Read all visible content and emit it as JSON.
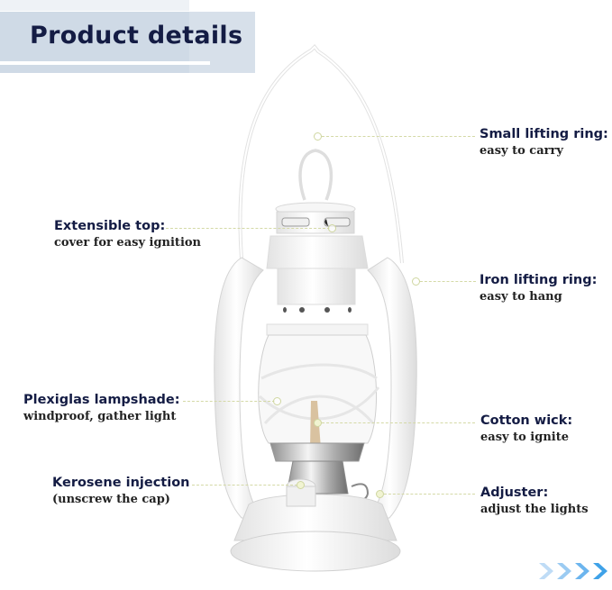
{
  "header": {
    "title": "Product details"
  },
  "product": {
    "name": "hurricane-kerosene-lantern",
    "color": "white"
  },
  "callouts": [
    {
      "title": "Small lifting ring:",
      "sub": "easy to carry"
    },
    {
      "title": "Extensible top:",
      "sub": "cover for easy ignition"
    },
    {
      "title": "Iron lifting ring:",
      "sub": "easy to hang"
    },
    {
      "title": "Plexiglas lampshade:",
      "sub": "windproof, gather light"
    },
    {
      "title": "Cotton wick:",
      "sub": "easy to ignite"
    },
    {
      "title": "Kerosene injection",
      "sub": "(unscrew the cap)"
    },
    {
      "title": "Adjuster:",
      "sub": "adjust the lights"
    }
  ],
  "colors": {
    "title": "#141c44",
    "banner": "#cfdae6",
    "line": "#d4d9a6",
    "chevron": "#3fa2e8"
  },
  "navigation": {
    "next_icon": "chevron-right-icon"
  }
}
